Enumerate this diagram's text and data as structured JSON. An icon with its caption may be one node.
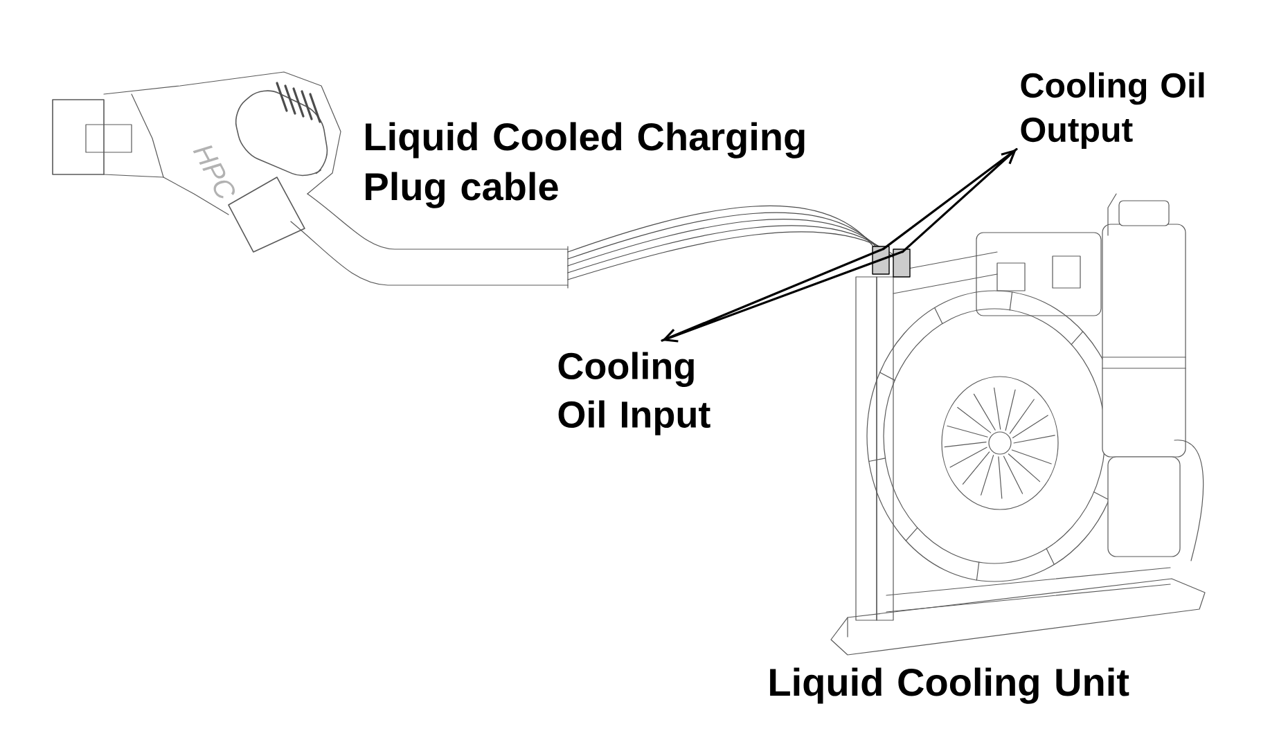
{
  "diagram": {
    "nodes": [
      {
        "text": [
          "Liquid Cooled Charging Plug cable"
        ]
      },
      {
        "text": [
          "Cooling Oil Output"
        ]
      },
      {
        "text": [
          "Cooling Oil Input"
        ]
      },
      {
        "text": [
          "Liquid Cooling Unit"
        ]
      },
      {
        "text": [],
        "shape": "picture"
      },
      {
        "text": [],
        "shape": "picture"
      }
    ],
    "edges": [
      {
        "from": 5,
        "to": 1,
        "arrow": "to"
      },
      {
        "from": 5,
        "to": 2,
        "arrow": "to"
      }
    ],
    "labels": [
      "HPC"
    ]
  }
}
